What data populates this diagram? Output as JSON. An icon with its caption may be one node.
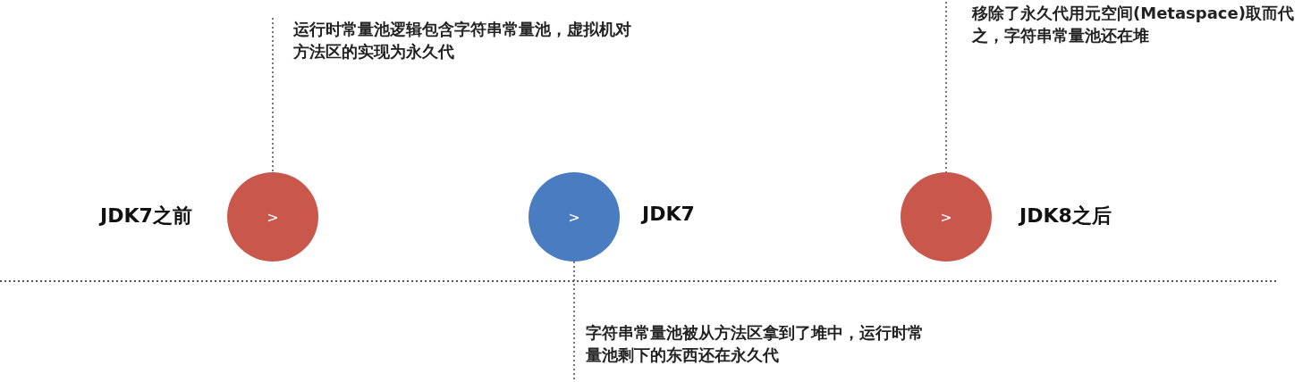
{
  "diagram": {
    "nodes": [
      {
        "text": [
          "运行时常量池逻辑包含字符串常量池，虚拟机对方法区的实现为永久代"
        ]
      },
      {
        "text": [
          ">"
        ],
        "beside": [
          "JDK7之前"
        ]
      },
      {
        "text": [
          ">"
        ],
        "beside": [
          "JDK7"
        ]
      },
      {
        "text": [
          "字符串常量池被从方法区拿到了堆中，运行时常量池剩下的东西还在永久代"
        ]
      },
      {
        "text": [
          "移除了永久代用元空间(Metaspace)取而代之，字符串常量池还在堆"
        ]
      },
      {
        "text": [
          ">"
        ],
        "beside": [
          "JDK8之后"
        ]
      }
    ],
    "edges": [
      {
        "from": 0,
        "to": 1,
        "arrow": "none"
      },
      {
        "from": 2,
        "to": 3,
        "arrow": "none"
      },
      {
        "from": 4,
        "to": 5,
        "arrow": "none"
      }
    ]
  }
}
